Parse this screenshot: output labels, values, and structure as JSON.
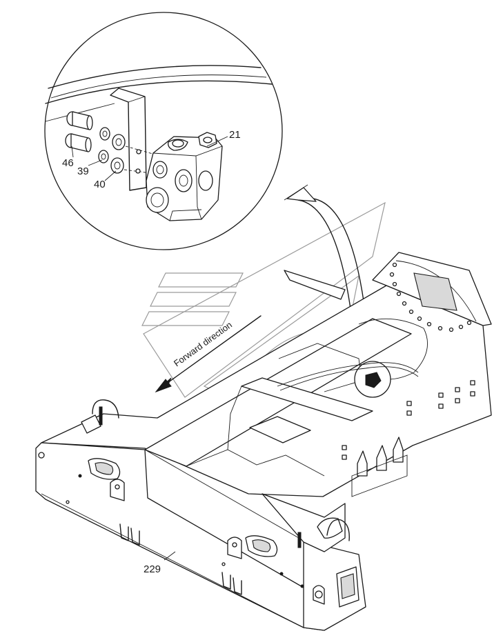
{
  "labels": {
    "part_21": "21",
    "part_46": "46",
    "part_39": "39",
    "part_40": "40",
    "part_229": "229"
  },
  "direction_text": "Forward direction"
}
